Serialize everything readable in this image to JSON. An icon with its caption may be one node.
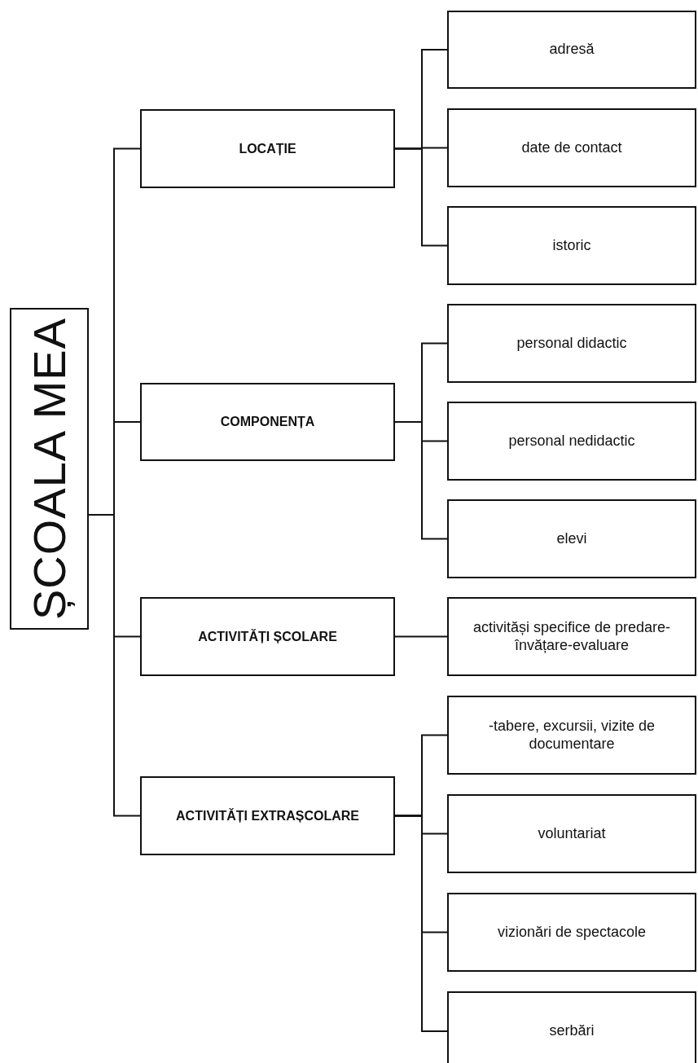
{
  "diagram": {
    "nodes": [
      {
        "text": [
          "ȘCOALA MEA"
        ]
      },
      {
        "text": [
          "LOCAȚIE"
        ]
      },
      {
        "text": [
          "adresă"
        ]
      },
      {
        "text": [
          "date de contact"
        ]
      },
      {
        "text": [
          "istoric"
        ]
      },
      {
        "text": [
          "COMPONENȚA"
        ]
      },
      {
        "text": [
          "personal didactic"
        ]
      },
      {
        "text": [
          "personal nedidactic"
        ]
      },
      {
        "text": [
          "elevi"
        ]
      },
      {
        "text": [
          "ACTIVITĂȚI ȘCOLARE"
        ]
      },
      {
        "text": [
          "activităși specifice de predare-învățare-evaluare"
        ]
      },
      {
        "text": [
          "ACTIVITĂȚI EXTRAȘCOLARE"
        ]
      },
      {
        "text": [
          "-tabere, excursii, vizite de documentare"
        ]
      },
      {
        "text": [
          "voluntariat"
        ]
      },
      {
        "text": [
          "vizionări de spectacole"
        ]
      },
      {
        "text": [
          "serbări"
        ]
      }
    ],
    "edges": [
      {
        "from": 0,
        "to": 1,
        "arrow": "none"
      },
      {
        "from": 0,
        "to": 5,
        "arrow": "none"
      },
      {
        "from": 0,
        "to": 9,
        "arrow": "none"
      },
      {
        "from": 0,
        "to": 11,
        "arrow": "none"
      },
      {
        "from": 1,
        "to": 2,
        "arrow": "none"
      },
      {
        "from": 1,
        "to": 3,
        "arrow": "none"
      },
      {
        "from": 1,
        "to": 4,
        "arrow": "none"
      },
      {
        "from": 5,
        "to": 6,
        "arrow": "none"
      },
      {
        "from": 5,
        "to": 7,
        "arrow": "none"
      },
      {
        "from": 5,
        "to": 8,
        "arrow": "none"
      },
      {
        "from": 9,
        "to": 10,
        "arrow": "none"
      },
      {
        "from": 11,
        "to": 12,
        "arrow": "none"
      },
      {
        "from": 11,
        "to": 13,
        "arrow": "none"
      },
      {
        "from": 11,
        "to": 14,
        "arrow": "none"
      },
      {
        "from": 11,
        "to": 15,
        "arrow": "none"
      }
    ]
  }
}
